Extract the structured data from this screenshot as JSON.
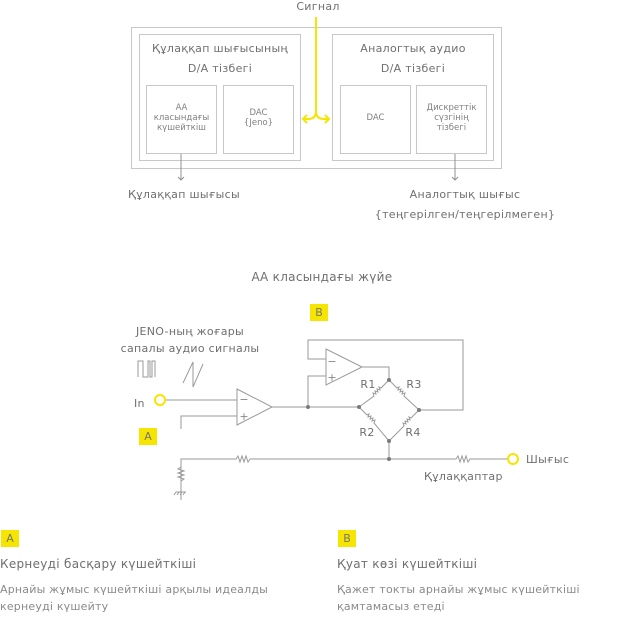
{
  "top_diagram": {
    "signal_label": "Сигнал",
    "left_block": {
      "title_line1": "Құлаққап шығысының",
      "title_line2": "D/A тізбегі",
      "sub1_lines": [
        "АА",
        "класындағы",
        "күшейткіш"
      ],
      "sub2_lines": [
        "DAC",
        "{Jeno}"
      ],
      "output_label": "Құлаққап шығысы"
    },
    "right_block": {
      "title_line1": "Аналогтық аудио",
      "title_line2": "D/A тізбегі",
      "sub1_lines": [
        "DAC"
      ],
      "sub2_lines": [
        "Дискреттік",
        "сүзгінің",
        "тізбегі"
      ],
      "output_label_line1": "Аналогтық шығыс",
      "output_label_line2": "{теңгерілген/теңгерілмеген}"
    },
    "signal_color": "#f6e500"
  },
  "circuit": {
    "title": "АА класындағы жүйе",
    "source_label_line1": "JENO-ның жоғары",
    "source_label_line2": "сапалы аудио сигналы",
    "input_label": "In",
    "output_label": "Шығыс",
    "headphones_label": "Құлаққаптар",
    "badge_a": "A",
    "badge_b": "B",
    "resistors": [
      "R1",
      "R2",
      "R3",
      "R4"
    ],
    "opamp_minus": "−",
    "opamp_plus": "+",
    "accent_color": "#f6e500"
  },
  "legend": {
    "a": {
      "badge": "A",
      "title": "Кернеуді басқару күшейткіші",
      "desc_line1": "Арнайы жұмыс күшейткіші арқылы идеалды",
      "desc_line2": "кернеуді күшейту"
    },
    "b": {
      "badge": "B",
      "title": "Қуат көзі күшейткіші",
      "desc_line1": "Қажет токты арнайы жұмыс күшейткіші",
      "desc_line2": "қамтамасыз етеді"
    }
  }
}
